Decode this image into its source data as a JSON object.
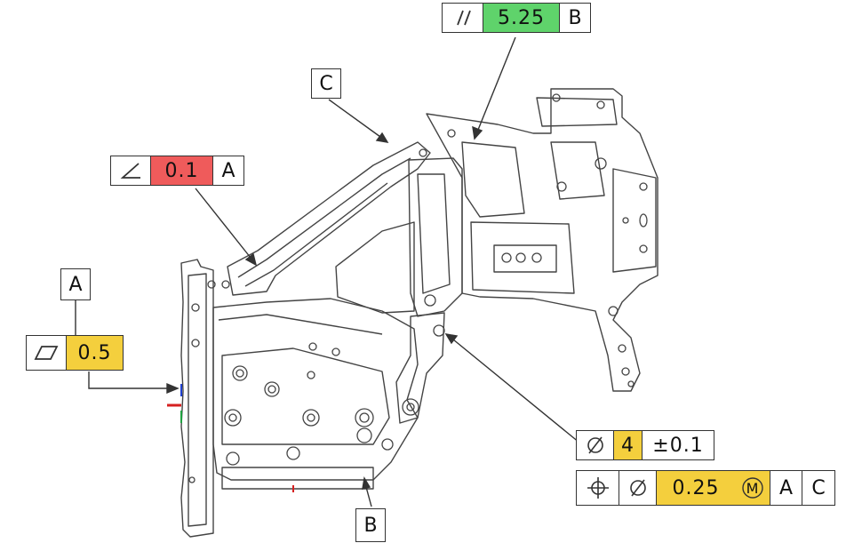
{
  "colors": {
    "pass": "#5fd36b",
    "fail": "#ef5b5b",
    "info": "#f4cf3d",
    "line": "#333333"
  },
  "callouts": {
    "parallelism": {
      "symbol": "parallelism-icon",
      "tolerance": "5.25",
      "datum": "B",
      "status": "pass"
    },
    "angularity": {
      "symbol": "angularity-icon",
      "tolerance": "0.1",
      "datum": "A",
      "status": "fail"
    },
    "flatness": {
      "symbol": "flatness-icon",
      "tolerance": "0.5",
      "status": "info"
    },
    "hole_size": {
      "symbol": "diameter-icon",
      "value": "4",
      "plus_minus": "±0.1"
    },
    "position": {
      "symbol": "position-icon",
      "diameter_symbol": "diameter-icon",
      "tolerance": "0.25",
      "modifier": "M",
      "datum_1": "A",
      "datum_2": "C"
    }
  },
  "datums": {
    "a": "A",
    "b": "B",
    "c": "C"
  }
}
